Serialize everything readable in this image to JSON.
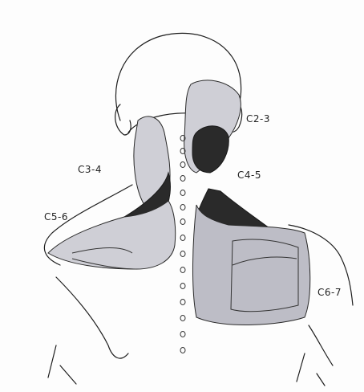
{
  "diagram": {
    "labels": {
      "c2_3": "C2-3",
      "c3_4": "C3-4",
      "c4_5": "C4-5",
      "c5_6": "C5-6",
      "c6_7": "C6-7"
    },
    "colors": {
      "zone_light": "#cfcfd6",
      "zone_dark": "#2a2a2a",
      "outline": "#1e1e1e"
    }
  }
}
